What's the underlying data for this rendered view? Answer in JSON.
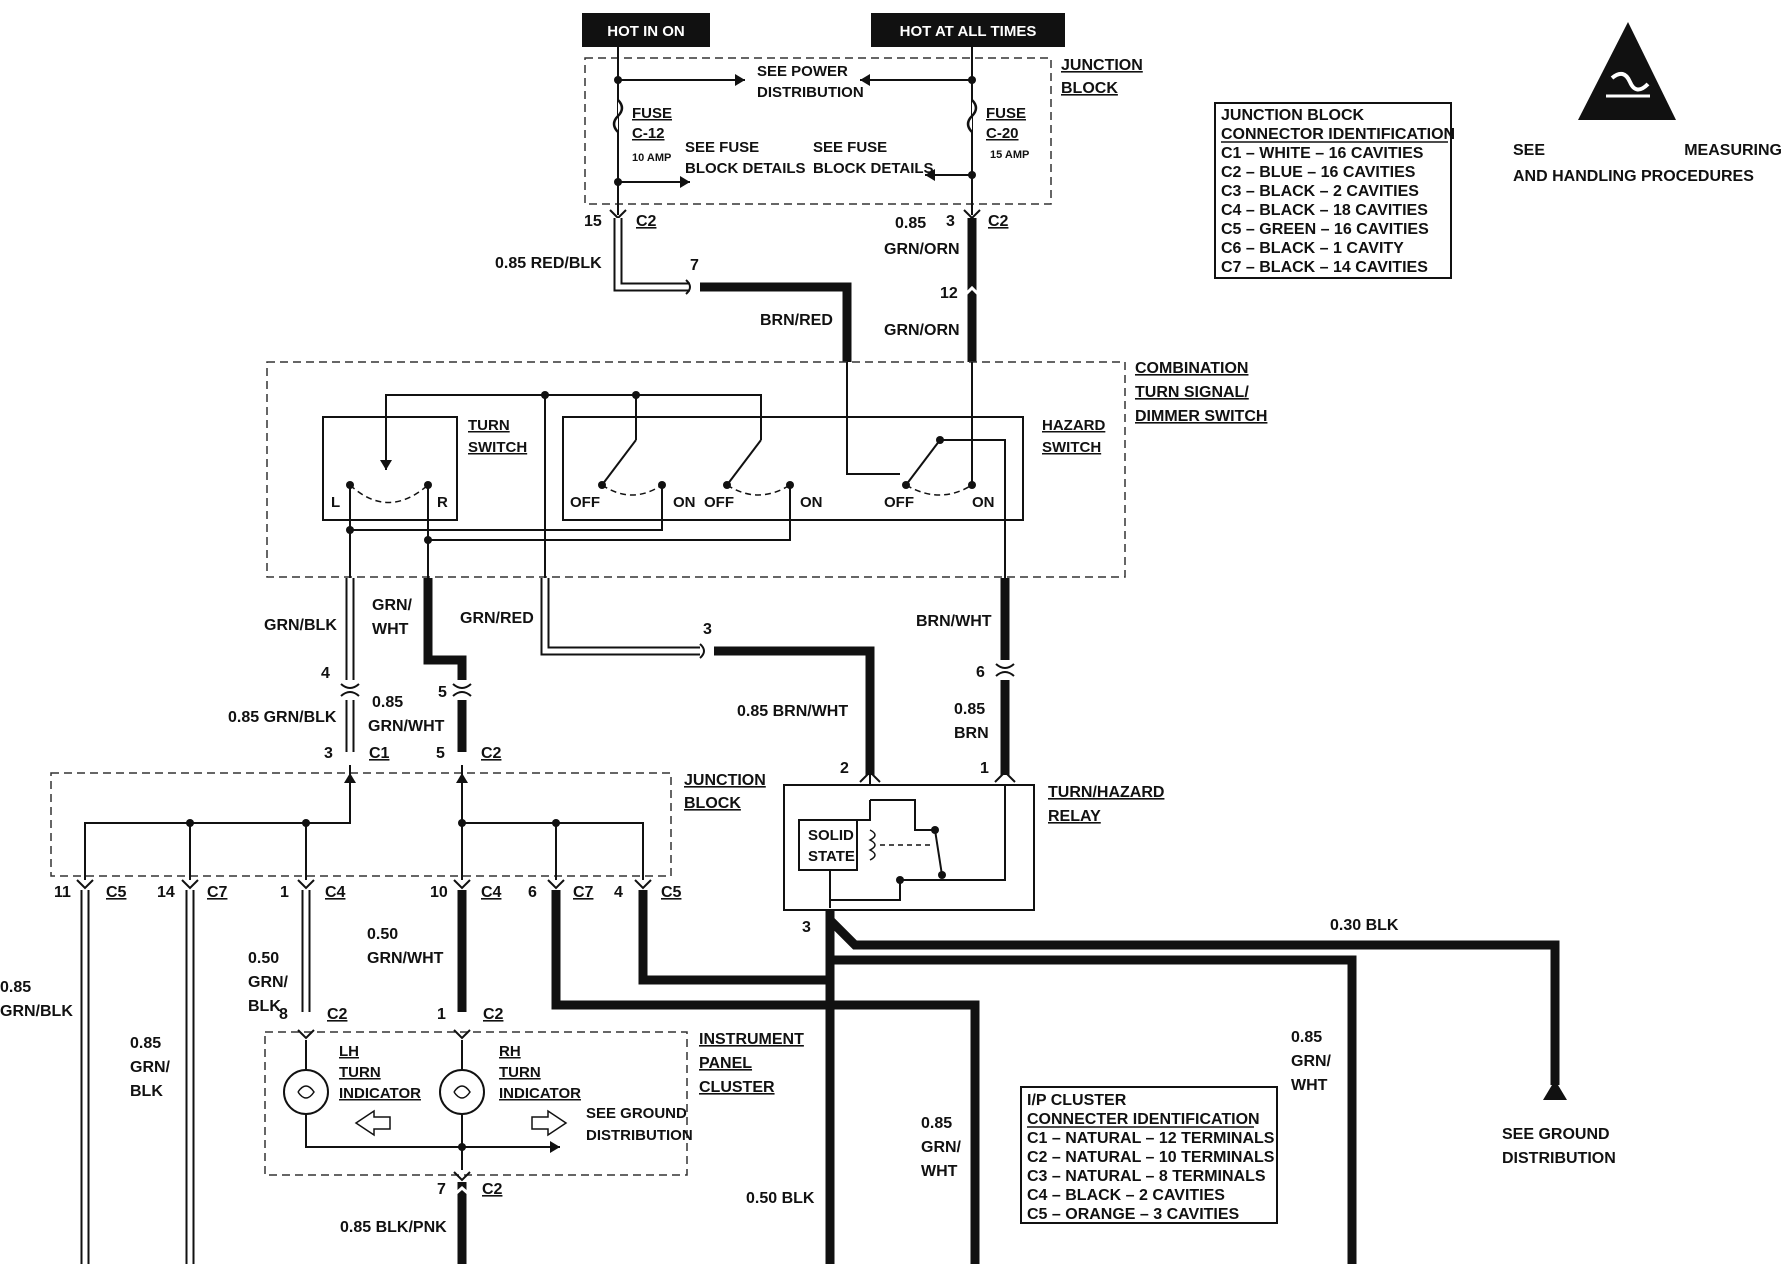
{
  "header": {
    "hot_in_on": "HOT IN ON",
    "hot_at_all_times": "HOT AT ALL TIMES"
  },
  "esd_notice": {
    "icon": "esd-warning-triangle-icon",
    "line1_left": "SEE",
    "line1_right": "MEASURING",
    "line2": "AND HANDLING PROCEDURES"
  },
  "junction_block_top": {
    "title_1": "JUNCTION",
    "title_2": "BLOCK",
    "see_power_1": "SEE POWER",
    "see_power_2": "DISTRIBUTION",
    "fuse_left_1": "FUSE",
    "fuse_left_2": "C-12",
    "fuse_left_amp": "10 AMP",
    "fuse_right_1": "FUSE",
    "fuse_right_2": "C-20",
    "fuse_right_amp": "15 AMP",
    "see_fuse_left_1": "SEE FUSE",
    "see_fuse_left_2": "BLOCK DETAILS",
    "see_fuse_right_1": "SEE FUSE",
    "see_fuse_right_2": "BLOCK DETAILS"
  },
  "connector_legend_jb": {
    "title_1": "JUNCTION BLOCK",
    "title_2": "CONNECTOR IDENTIFICATION",
    "rows": [
      "C1 – WHITE – 16 CAVITIES",
      "C2 – BLUE – 16 CAVITIES",
      "C3 – BLACK – 2 CAVITIES",
      "C4 – BLACK – 18 CAVITIES",
      "C5 – GREEN – 16 CAVITIES",
      "C6 – BLACK – 1 CAVITY",
      "C7 – BLACK – 14 CAVITIES"
    ]
  },
  "connector_legend_ip": {
    "title_1": "I/P CLUSTER",
    "title_2": "CONNECTER IDENTIFICATION",
    "rows": [
      "C1 – NATURAL – 12 TERMINALS",
      "C2 – NATURAL – 10 TERMINALS",
      "C3 – NATURAL – 8 TERMINALS",
      "C4 – BLACK – 2 CAVITIES",
      "C5 – ORANGE – 3 CAVITIES"
    ]
  },
  "combination_switch": {
    "title_1": "COMBINATION",
    "title_2": "TURN SIGNAL/",
    "title_3": "DIMMER SWITCH",
    "turn_1": "TURN",
    "turn_2": "SWITCH",
    "hazard_1": "HAZARD",
    "hazard_2": "SWITCH",
    "l": "L",
    "r": "R",
    "off": "OFF",
    "on": "ON"
  },
  "relay": {
    "title_1": "TURN/HAZARD",
    "title_2": "RELAY",
    "solid_1": "SOLID",
    "solid_2": "STATE"
  },
  "junction_block_mid": {
    "title_1": "JUNCTION",
    "title_2": "BLOCK"
  },
  "cluster": {
    "title_1": "INSTRUMENT",
    "title_2": "PANEL",
    "title_3": "CLUSTER",
    "lh_1": "LH",
    "lh_2": "TURN",
    "lh_3": "INDICATOR",
    "rh_1": "RH",
    "rh_2": "TURN",
    "rh_3": "INDICATOR",
    "see_ground_1": "SEE GROUND",
    "see_ground_2": "DISTRIBUTION"
  },
  "ground": {
    "see_ground_1": "SEE GROUND",
    "see_ground_2": "DISTRIBUTION"
  },
  "wire_labels": {
    "w_085_grn_orn_1": "0.85",
    "w_085_grn_orn_2": "GRN/ORN",
    "w_085_red_blk": "0.85 RED/BLK",
    "brn_red": "BRN/RED",
    "grn_orn": "GRN/ORN",
    "grn_blk": "GRN/BLK",
    "grn_wht_1": "GRN/",
    "grn_wht_2": "WHT",
    "grn_red": "GRN/RED",
    "brn_wht": "BRN/WHT",
    "w_085_grn_blk": "0.85 GRN/BLK",
    "w_085_grn_wht_1": "0.85",
    "w_085_grn_wht_2": "GRN/WHT",
    "w_085_brn_wht": "0.85 BRN/WHT",
    "w_085_brn_1": "0.85",
    "w_085_brn_2": "BRN",
    "w_030_blk": "0.30 BLK",
    "w_050_grn_blk_1": "0.50",
    "w_050_grn_blk_2": "GRN/",
    "w_050_grn_blk_3": "BLK",
    "w_050_grn_wht_1": "0.50",
    "w_050_grn_wht_2": "GRN/WHT",
    "left_085_grn_blk_1": "0.85",
    "left_085_grn_blk_2": "GRN/BLK",
    "w_085_grn_blk_b_1": "0.85",
    "w_085_grn_blk_b_2": "GRN/",
    "w_085_grn_blk_b_3": "BLK",
    "w_085_grn_wht_b_1": "0.85",
    "w_085_grn_wht_b_2": "GRN/",
    "w_085_grn_wht_b_3": "WHT",
    "w_085_grn_wht_c_1": "0.85",
    "w_085_grn_wht_c_2": "GRN/",
    "w_085_grn_wht_c_3": "WHT",
    "w_050_blk": "0.50 BLK",
    "w_085_blk_pnk": "0.85 BLK/PNK"
  },
  "pins": {
    "p15": "15",
    "p3": "3",
    "p7": "7",
    "p12": "12",
    "p4": "4",
    "p5": "5",
    "p3b": "3",
    "p5b": "5",
    "p6": "6",
    "p2": "2",
    "p1": "1",
    "p3c": "3",
    "p3d": "3",
    "p11": "11",
    "p14": "14",
    "p1b": "1",
    "p10": "10",
    "p6b": "6",
    "p4b": "4",
    "p8": "8",
    "p1c": "1",
    "p7b": "7"
  },
  "connectors": {
    "c2": "C2",
    "c1": "C1",
    "c4": "C4",
    "c5": "C5",
    "c7": "C7"
  }
}
